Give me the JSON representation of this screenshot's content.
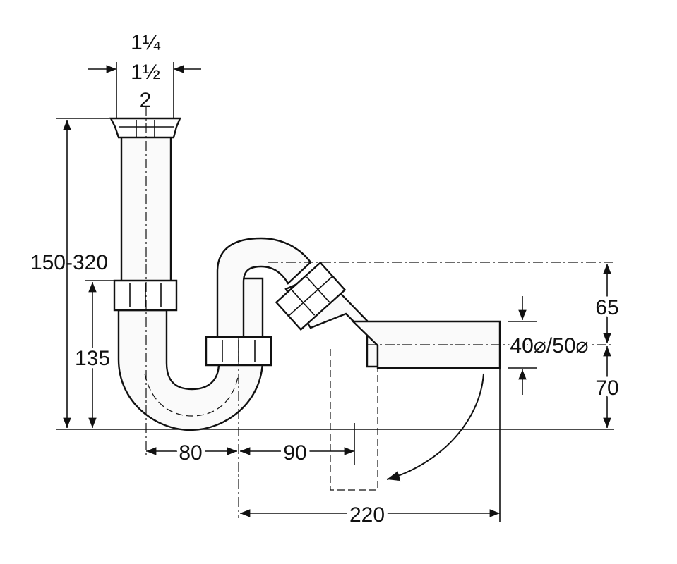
{
  "labels": {
    "thread_size_1": "1¼",
    "thread_size_2": "1½",
    "thread_size_3": "2",
    "height_range": "150-320",
    "height_135": "135",
    "width_80": "80",
    "width_90": "90",
    "width_220": "220",
    "height_65": "65",
    "height_70": "70",
    "diameter": "40⌀/50⌀"
  },
  "colors": {
    "line": "#111111",
    "background": "#ffffff"
  }
}
